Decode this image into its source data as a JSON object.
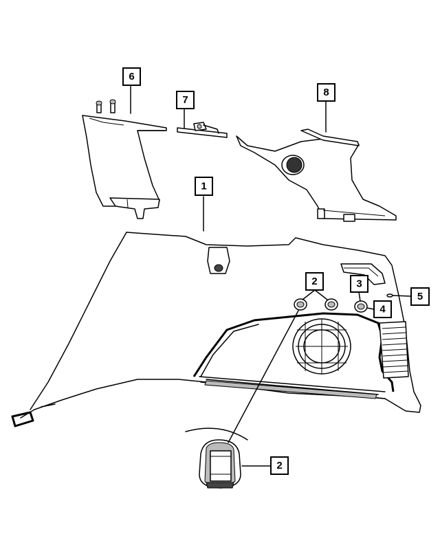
{
  "callouts": [
    {
      "id": "6",
      "label": "6"
    },
    {
      "id": "7",
      "label": "7"
    },
    {
      "id": "8",
      "label": "8"
    },
    {
      "id": "1",
      "label": "1"
    },
    {
      "id": "2a",
      "label": "2"
    },
    {
      "id": "3",
      "label": "3"
    },
    {
      "id": "4",
      "label": "4"
    },
    {
      "id": "5",
      "label": "5"
    },
    {
      "id": "2b",
      "label": "2"
    }
  ]
}
